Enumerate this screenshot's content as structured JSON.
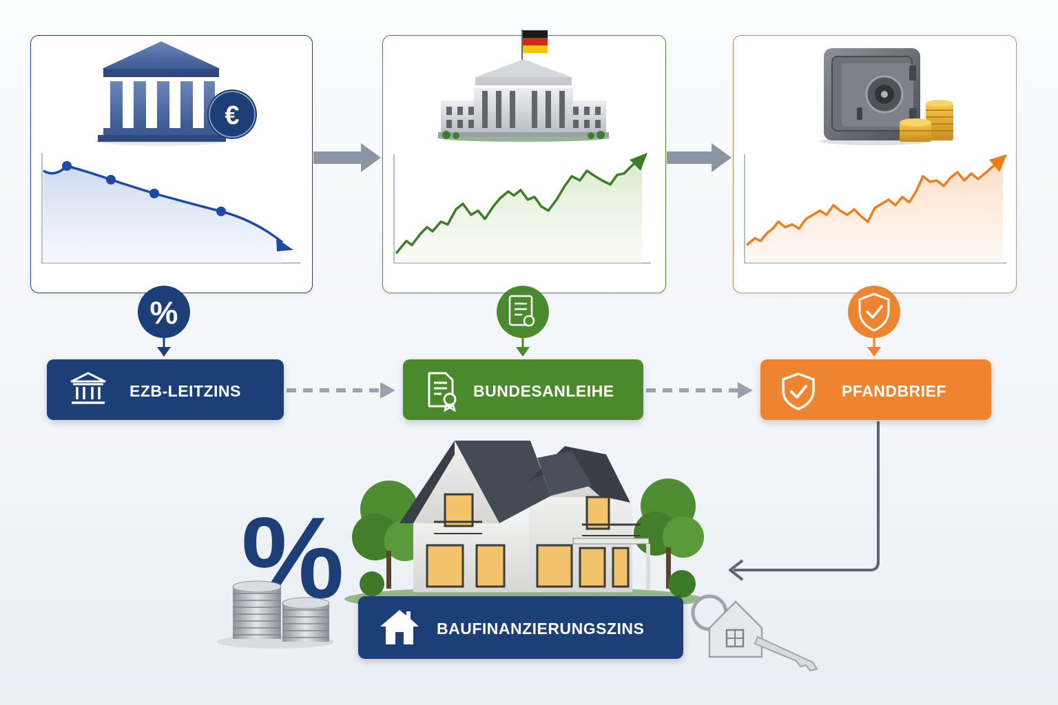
{
  "labels": {
    "ezb": "EZB-LEITZINS",
    "bund": "BUNDESANLEIHE",
    "pfand": "PFANDBRIEF",
    "bau": "BAUFINANZIERUNGSZINS"
  },
  "badges": {
    "percent_symbol": "%",
    "euro_symbol": "€"
  },
  "big_percent": "%",
  "icons": {
    "ezb": [
      "bank-icon",
      "euro-icon",
      "percent-icon"
    ],
    "bund": [
      "government-building-icon",
      "german-flag-icon",
      "certificate-icon"
    ],
    "pfand": [
      "safe-icon",
      "coins-icon",
      "shield-check-icon"
    ],
    "bau": [
      "house-icon",
      "key-icon",
      "coin-stack-icon"
    ]
  },
  "colors": {
    "ezb": "#1c3f78",
    "bund": "#4a8a2c",
    "pfand": "#ee8430",
    "connector": "#8a94a3"
  },
  "trends": {
    "ezb": "down",
    "bund": "up",
    "pfand": "up"
  }
}
